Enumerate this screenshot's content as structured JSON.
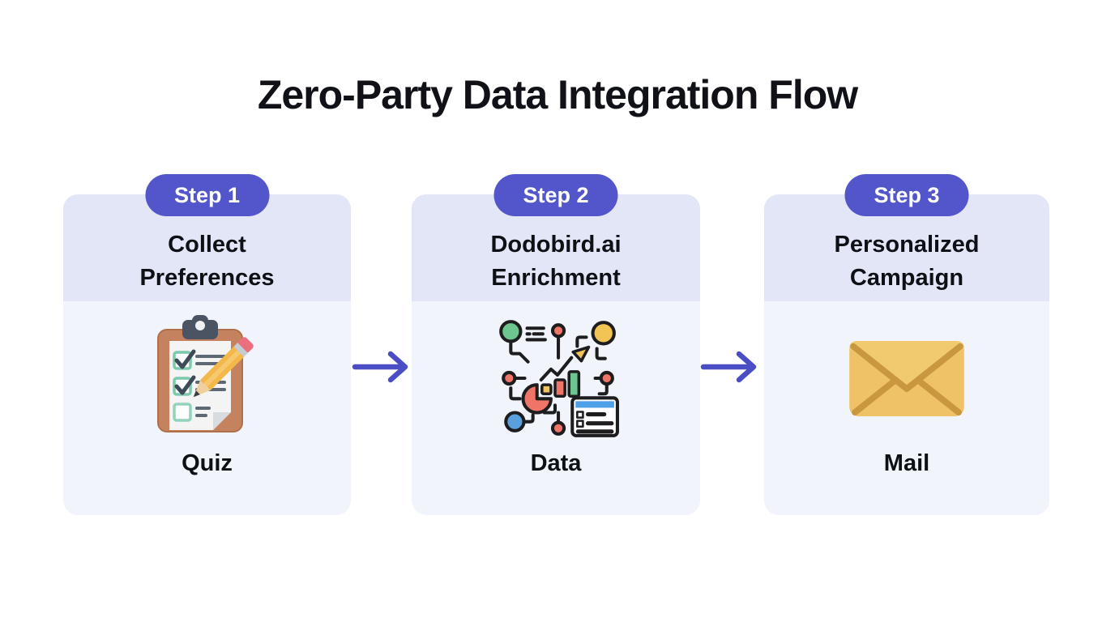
{
  "title": "Zero-Party Data Integration Flow",
  "steps": [
    {
      "badge": "Step 1",
      "heading": [
        "Collect",
        "Preferences"
      ],
      "icon": "clipboard-checklist-pencil-icon",
      "label": "Quiz"
    },
    {
      "badge": "Step 2",
      "heading": [
        "Dodobird.ai",
        "Enrichment"
      ],
      "icon": "data-network-icon",
      "label": "Data"
    },
    {
      "badge": "Step 3",
      "heading": [
        "Personalized",
        "Campaign"
      ],
      "icon": "envelope-icon",
      "label": "Mail"
    }
  ],
  "connectors": {
    "icon": "right-arrow-icon",
    "count": 2
  },
  "colors": {
    "badge_bg": "#5356CB",
    "badge_text": "#FFFFFF",
    "arrow": "#4A4DC3",
    "card_header_bg": "#E3E6F6",
    "card_body_bg": "#F1F4FB",
    "title_text": "#101217",
    "icon_green": "#6DC690",
    "icon_red": "#F07568",
    "icon_yellow": "#F2C355",
    "icon_blue": "#59A0DC",
    "envelope_gold": "#EFC268",
    "clipboard_brown": "#C5825E"
  }
}
